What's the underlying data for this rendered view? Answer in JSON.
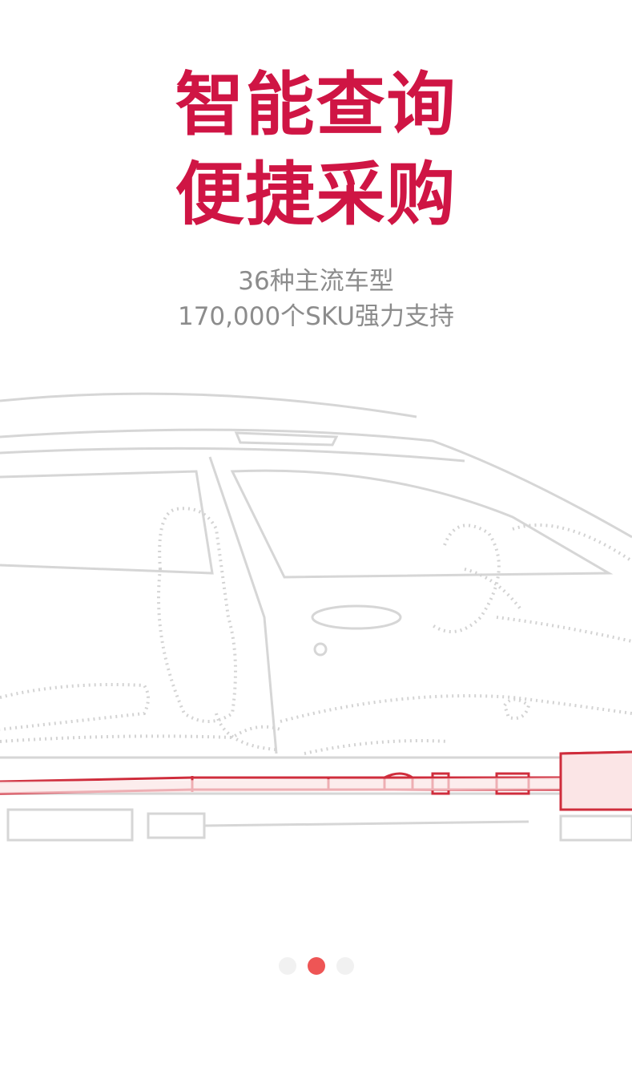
{
  "hero": {
    "title_line1": "智能查询",
    "title_line2": "便捷采购"
  },
  "subtitle": {
    "line1": "36种主流车型",
    "line2": "170,000个SKU强力支持"
  },
  "illustration": {
    "icon": "car-cutaway-icon",
    "accent_color": "#cf2d3c",
    "line_color": "#d6d6d6"
  },
  "pager": {
    "total": 3,
    "active_index": 1,
    "active_color": "#ee5555",
    "inactive_color": "#f1f1f1"
  }
}
